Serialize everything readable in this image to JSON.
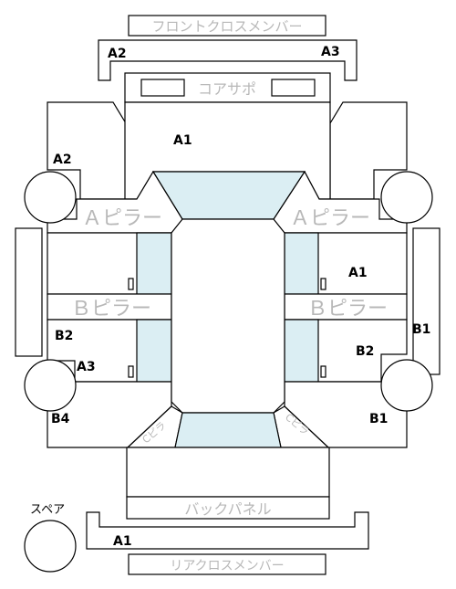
{
  "labels": {
    "front_cross_member": "フロントクロスメンバー",
    "core_support": "コアサポ",
    "a_pillar": "Ａピラー",
    "b_pillar": "Ｂピラー",
    "back_panel": "バックパネル",
    "rear_cross_member": "リアクロスメンバー",
    "spare": "スペア",
    "a1": "A1",
    "a2": "A2",
    "a3": "A3",
    "b1": "B1",
    "b2": "B2",
    "b4": "B4"
  },
  "colors": {
    "glass": "#dbeef3",
    "ghost_text": "#b8b8b8",
    "line": "#000000"
  }
}
